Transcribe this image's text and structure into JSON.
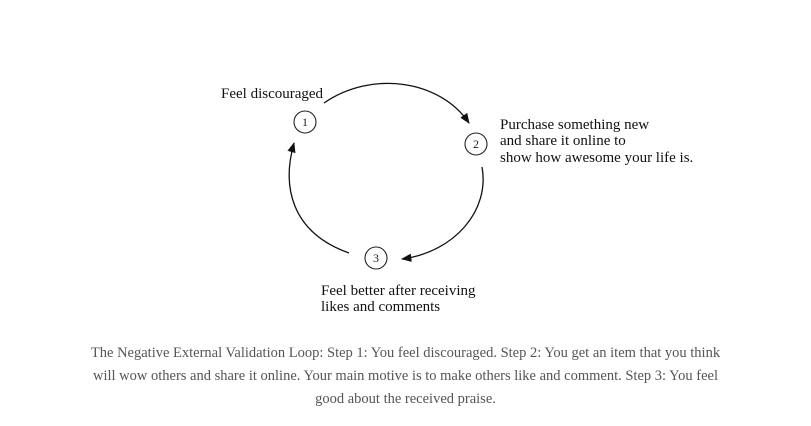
{
  "diagram": {
    "nodes": [
      {
        "number": "1",
        "label_lines": [
          "Feel discouraged"
        ]
      },
      {
        "number": "2",
        "label_lines": [
          "Purchase something new",
          "and share it online to",
          "show how awesome your life is."
        ]
      },
      {
        "number": "3",
        "label_lines": [
          "Feel better after receiving",
          "likes and comments"
        ]
      }
    ]
  },
  "caption": "The Negative External Validation Loop: Step 1: You feel discouraged. Step 2: You get an item that you think will wow others and share it online. Your main motive is to make others like and comment. Step 3: You feel good about the received praise."
}
